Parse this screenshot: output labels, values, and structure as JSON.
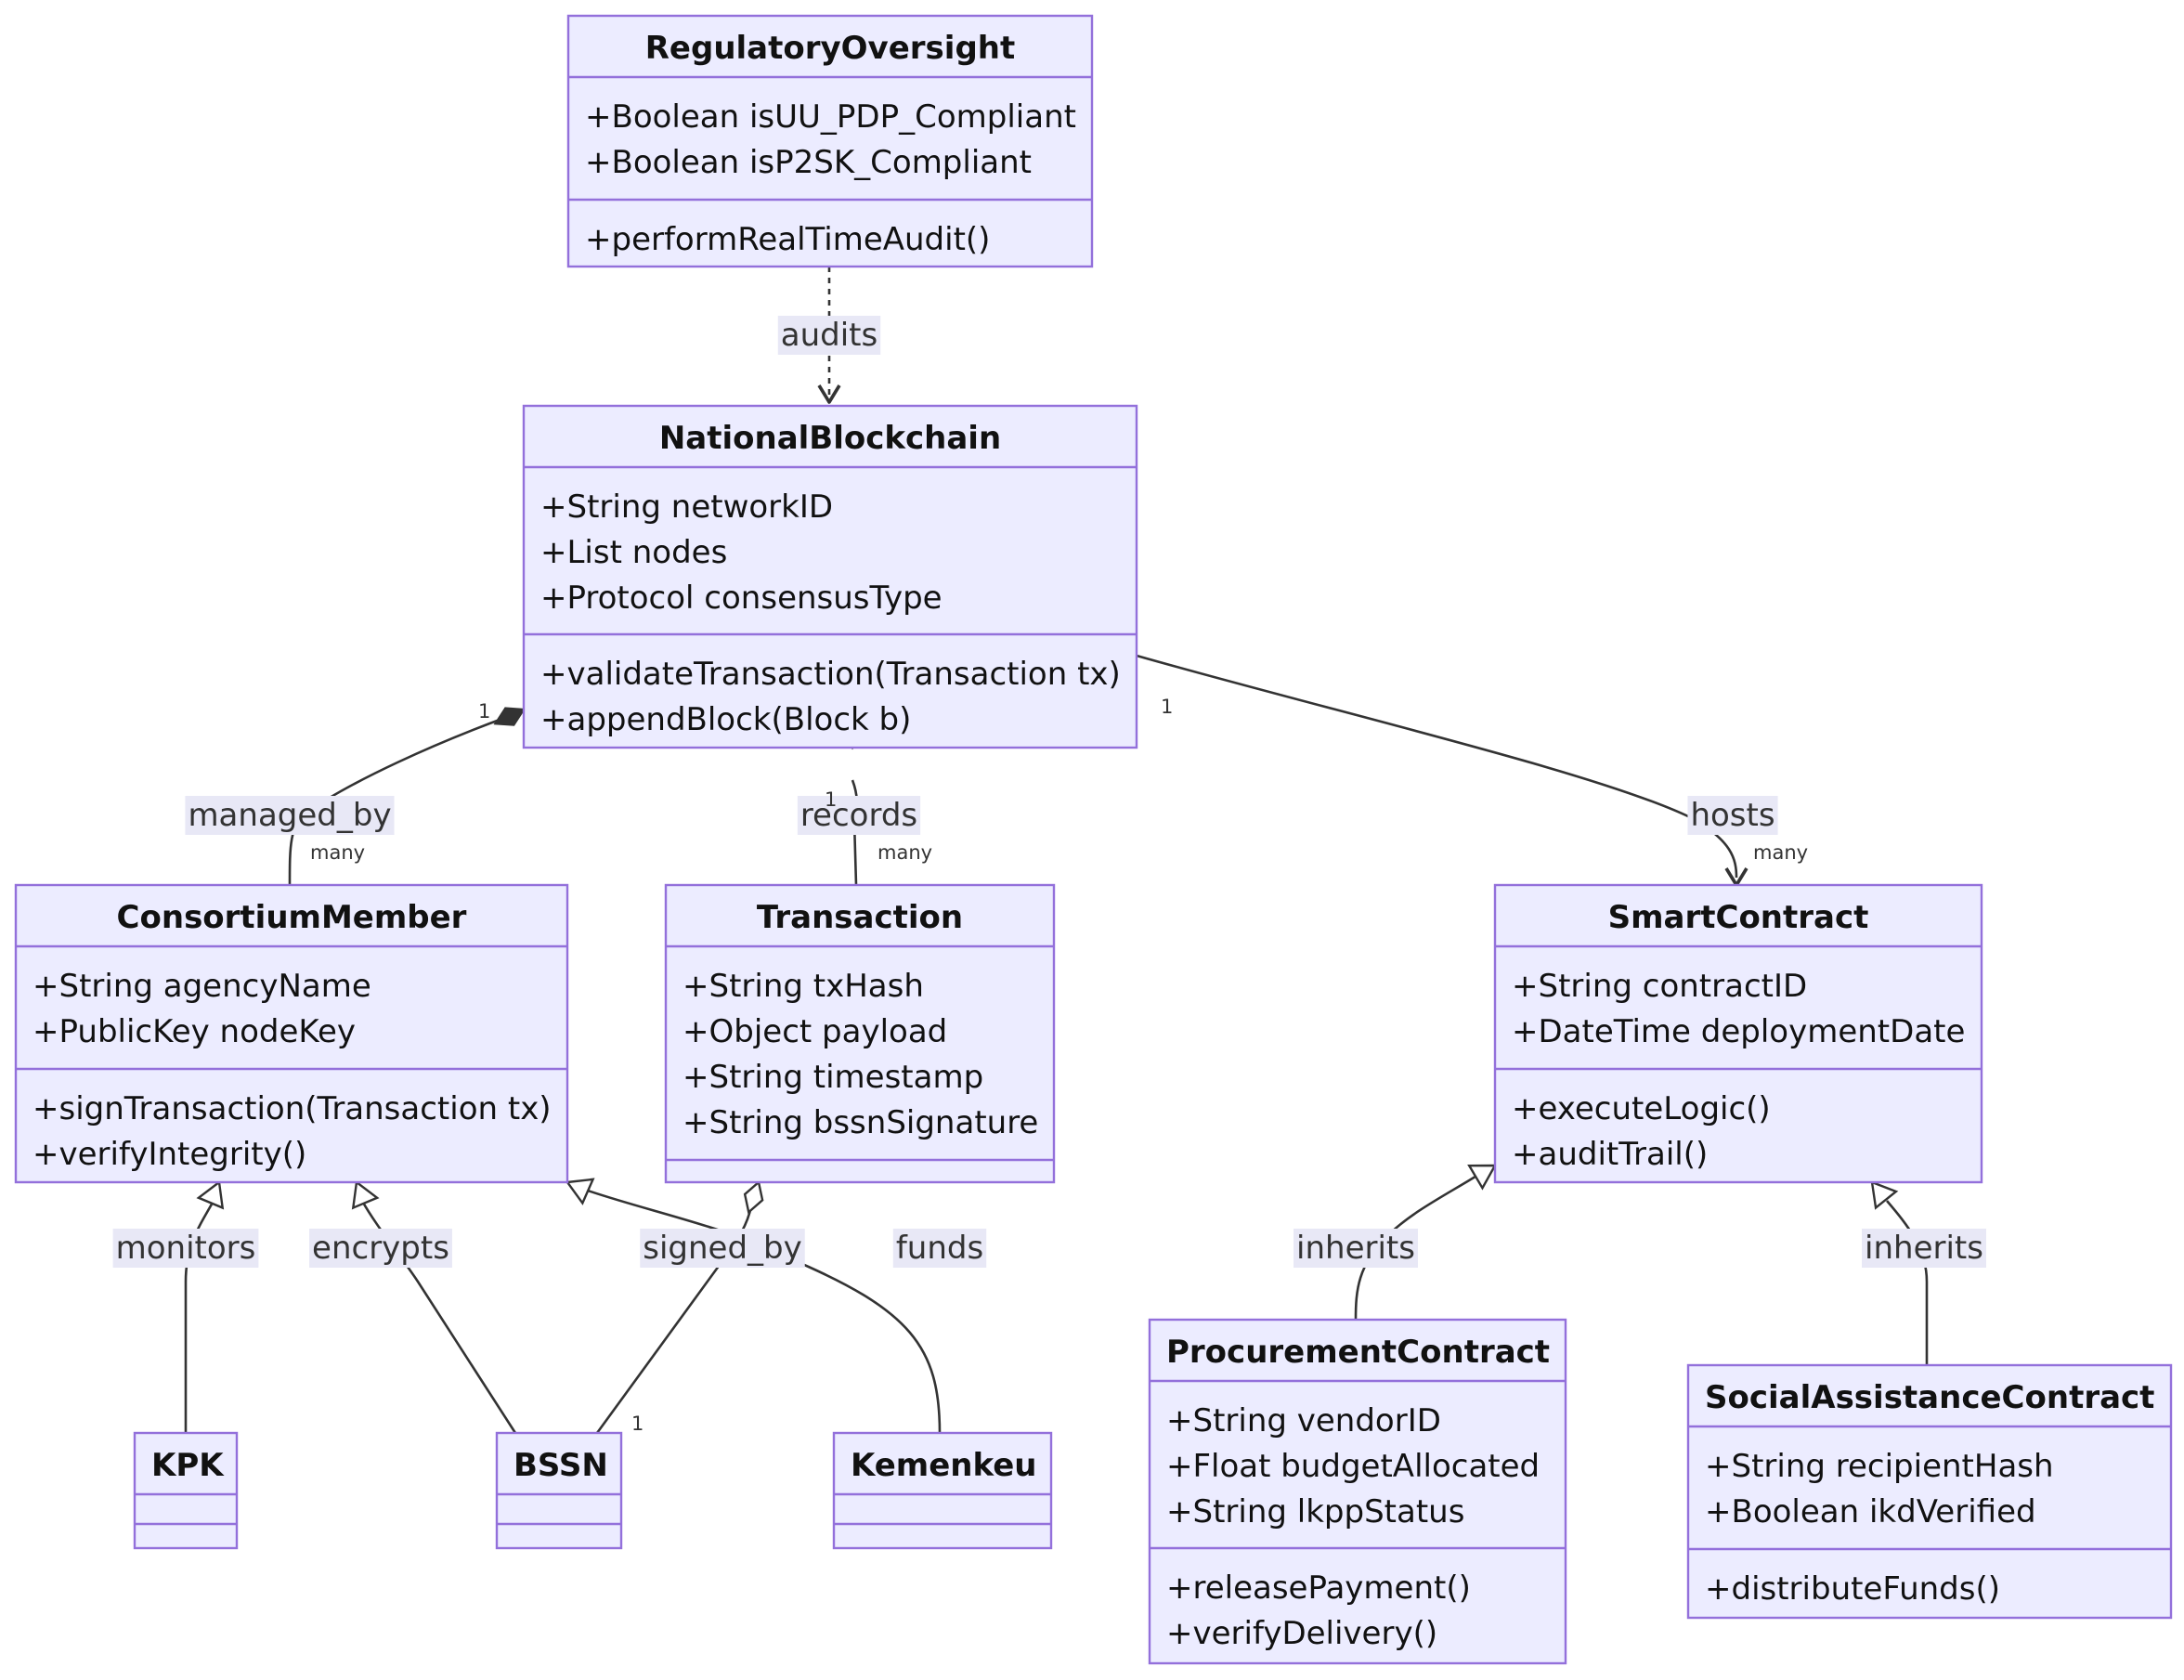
{
  "classes": {
    "regulatory": {
      "name": "RegulatoryOversight",
      "attributes": [
        "+Boolean isUU_PDP_Compliant",
        "+Boolean isP2SK_Compliant"
      ],
      "methods": [
        "+performRealTimeAudit()"
      ]
    },
    "blockchain": {
      "name": "NationalBlockchain",
      "attributes": [
        "+String networkID",
        "+List nodes",
        "+Protocol consensusType"
      ],
      "methods": [
        "+validateTransaction(Transaction tx)",
        "+appendBlock(Block b)"
      ]
    },
    "consortium": {
      "name": "ConsortiumMember",
      "attributes": [
        "+String agencyName",
        "+PublicKey nodeKey"
      ],
      "methods": [
        "+signTransaction(Transaction tx)",
        "+verifyIntegrity()"
      ]
    },
    "transaction": {
      "name": "Transaction",
      "attributes": [
        "+String txHash",
        "+Object payload",
        "+String timestamp",
        "+String bssnSignature"
      ],
      "methods": []
    },
    "smartcontract": {
      "name": "SmartContract",
      "attributes": [
        "+String contractID",
        "+DateTime deploymentDate"
      ],
      "methods": [
        "+executeLogic()",
        "+auditTrail()"
      ]
    },
    "kpk": {
      "name": "KPK",
      "attributes": [],
      "methods": []
    },
    "bssn": {
      "name": "BSSN",
      "attributes": [],
      "methods": []
    },
    "kemenkeu": {
      "name": "Kemenkeu",
      "attributes": [],
      "methods": []
    },
    "procurement": {
      "name": "ProcurementContract",
      "attributes": [
        "+String vendorID",
        "+Float budgetAllocated",
        "+String lkppStatus"
      ],
      "methods": [
        "+releasePayment()",
        "+verifyDelivery()"
      ]
    },
    "social": {
      "name": "SocialAssistanceContract",
      "attributes": [
        "+String recipientHash",
        "+Boolean ikdVerified"
      ],
      "methods": [
        "+distributeFunds()"
      ]
    }
  },
  "relations": {
    "audits": {
      "label": "audits",
      "from": "RegulatoryOversight",
      "to": "NationalBlockchain",
      "kind": "dependency"
    },
    "managed_by": {
      "label": "managed_by",
      "from": "NationalBlockchain",
      "to": "ConsortiumMember",
      "kind": "composition",
      "card_from": "1",
      "card_to": "many"
    },
    "records": {
      "label": "records",
      "from": "NationalBlockchain",
      "to": "Transaction",
      "kind": "composition",
      "card_from": "1",
      "card_to": "many"
    },
    "hosts": {
      "label": "hosts",
      "from": "NationalBlockchain",
      "to": "SmartContract",
      "kind": "association",
      "card_from": "1",
      "card_to": "many"
    },
    "monitors": {
      "label": "monitors",
      "from": "KPK",
      "to": "ConsortiumMember",
      "kind": "inheritance"
    },
    "encrypts": {
      "label": "encrypts",
      "from": "BSSN",
      "to": "ConsortiumMember",
      "kind": "inheritance"
    },
    "funds": {
      "label": "funds",
      "from": "Kemenkeu",
      "to": "ConsortiumMember",
      "kind": "inheritance"
    },
    "signed_by": {
      "label": "signed_by",
      "from": "BSSN",
      "to": "Transaction",
      "kind": "aggregation",
      "card_to": "1"
    },
    "inherits_procurement": {
      "label": "inherits",
      "from": "ProcurementContract",
      "to": "SmartContract",
      "kind": "inheritance"
    },
    "inherits_social": {
      "label": "inherits",
      "from": "SocialAssistanceContract",
      "to": "SmartContract",
      "kind": "inheritance"
    }
  }
}
